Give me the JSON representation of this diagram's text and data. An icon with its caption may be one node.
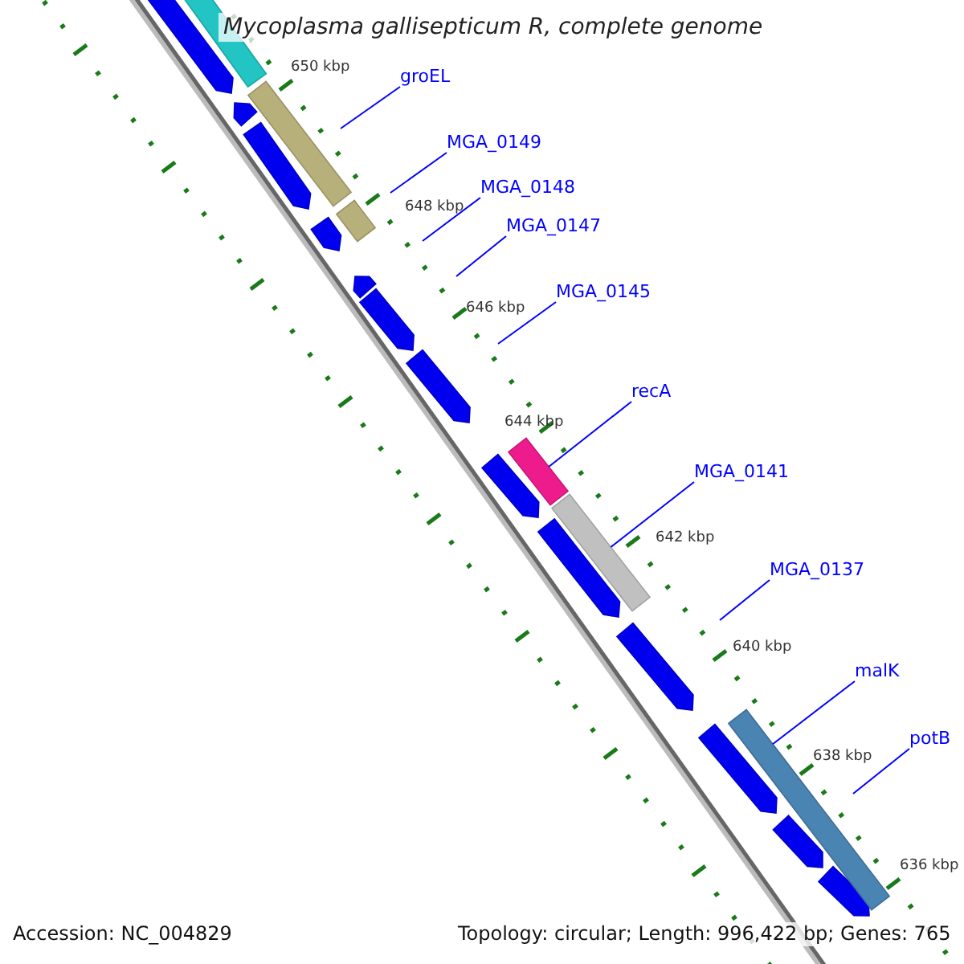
{
  "diagram": {
    "title": "Mycoplasma gallisepticum R, complete genome",
    "nodes": [
      {
        "text": [
          "groEL"
        ]
      },
      {
        "text": [
          "MGA_0149"
        ]
      },
      {
        "text": [
          "MGA_0148"
        ]
      },
      {
        "text": [
          "MGA_0147"
        ]
      },
      {
        "text": [
          "MGA_0145"
        ]
      },
      {
        "text": [
          "recA"
        ]
      },
      {
        "text": [
          "MGA_0141"
        ]
      },
      {
        "text": [
          "MGA_0137"
        ]
      },
      {
        "text": [
          "malK"
        ]
      },
      {
        "text": [
          "potB"
        ]
      },
      {
        "text": [],
        "shape": "bar"
      },
      {
        "text": [],
        "shape": "bar"
      },
      {
        "text": [],
        "shape": "bar"
      },
      {
        "text": [],
        "shape": "bar"
      },
      {
        "text": [],
        "shape": "bar"
      },
      {
        "text": [],
        "shape": "bar"
      }
    ],
    "edges": [
      {
        "from": 0,
        "to": null,
        "arrow": "none"
      },
      {
        "from": 1,
        "to": null,
        "arrow": "none"
      },
      {
        "from": 2,
        "to": null,
        "arrow": "none"
      },
      {
        "from": 3,
        "to": null,
        "arrow": "none"
      },
      {
        "from": 4,
        "to": null,
        "arrow": "none"
      },
      {
        "from": 5,
        "to": 13,
        "arrow": "none"
      },
      {
        "from": 6,
        "to": 14,
        "arrow": "none"
      },
      {
        "from": 7,
        "to": null,
        "arrow": "none"
      },
      {
        "from": 8,
        "to": 15,
        "arrow": "none"
      },
      {
        "from": 9,
        "to": null,
        "arrow": "none"
      }
    ],
    "labels": [
      "650 kbp",
      "648 kbp",
      "646 kbp",
      "644 kbp",
      "642 kbp",
      "640 kbp",
      "638 kbp",
      "636 kbp",
      "Accession: NC_004829",
      "Topology: circular; Length: 996,422 bp; Genes: 765"
    ]
  }
}
